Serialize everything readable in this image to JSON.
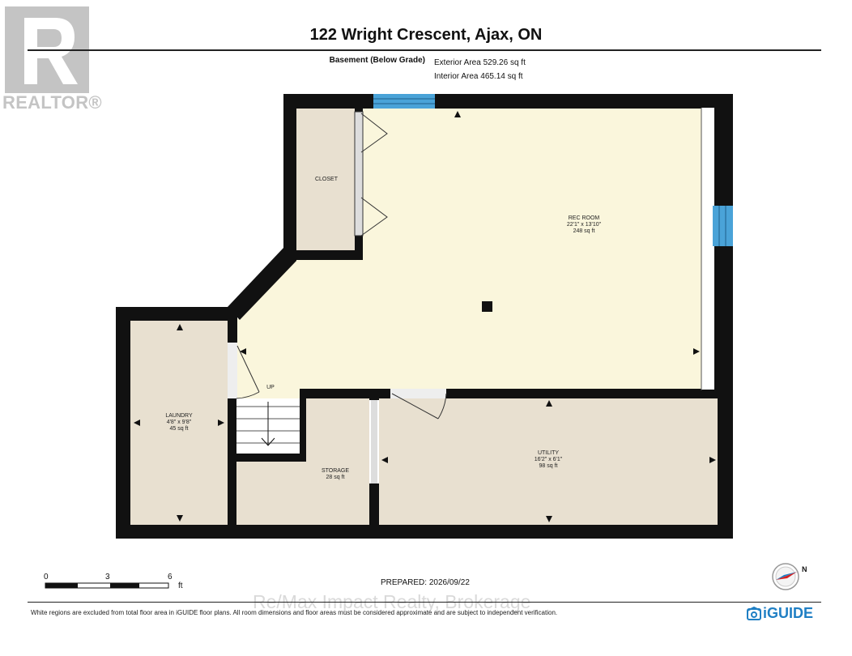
{
  "header": {
    "title": "122 Wright Crescent, Ajax, ON",
    "level_name": "Basement (Below Grade)",
    "exterior_area": "Exterior Area 529.26 sq ft",
    "interior_area": "Interior Area 465.14 sq ft"
  },
  "logo": {
    "brand": "REALTOR®"
  },
  "rooms": {
    "closet": {
      "name": "CLOSET"
    },
    "rec_room": {
      "name": "REC ROOM",
      "dims": "22'1\" x 13'10\"",
      "area": "248 sq ft"
    },
    "laundry": {
      "name": "LAUNDRY",
      "dims": "4'8\" x 9'8\"",
      "area": "45 sq ft"
    },
    "storage": {
      "name": "STORAGE",
      "area": "28 sq ft"
    },
    "utility": {
      "name": "UTILITY",
      "dims": "16'2\" x 6'1\"",
      "area": "98 sq ft"
    }
  },
  "stairs": {
    "label": "UP"
  },
  "scale": {
    "ticks": [
      "0",
      "3",
      "6"
    ],
    "unit": "ft"
  },
  "compass": {
    "letter": "N"
  },
  "footer": {
    "prepared": "PREPARED: 2026/09/22",
    "watermark": "Re/Max Impact Realty, Brokerage",
    "disclaimer": "White regions are excluded from total floor area in iGUIDE floor plans. All room dimensions and floor areas must be considered approximate and are subject to independent verification.",
    "brand": "iGUIDE"
  },
  "colors": {
    "wall": "#111111",
    "rec_room_fill": "#faf6dc",
    "room_fill": "#e8e0d0",
    "window": "#4aa3d8",
    "stair_fill": "#ffffff",
    "iguide_blue": "#1f7fc4",
    "compass_red": "#d62020"
  }
}
